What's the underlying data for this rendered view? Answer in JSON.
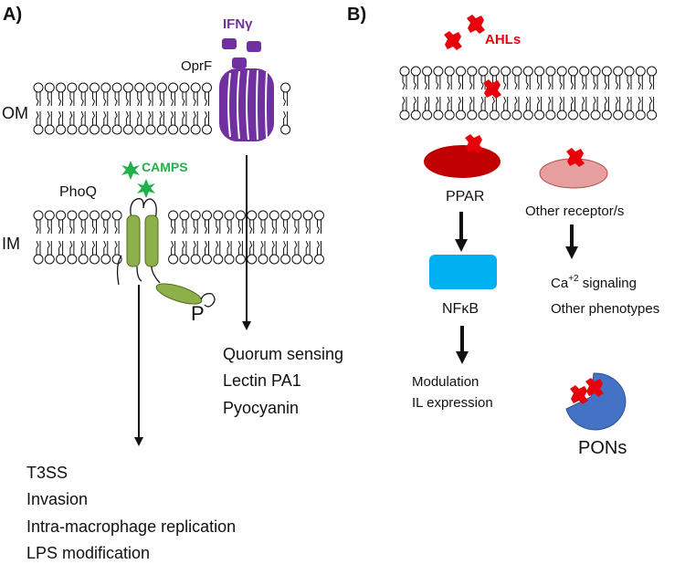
{
  "panels": {
    "a": {
      "label": "A)",
      "outer_membrane": "OM",
      "inner_membrane": "IM",
      "ifn": "IFNγ",
      "oprf": "OprF",
      "camps": "CAMPS",
      "phoq": "PhoQ",
      "phospho": "P",
      "oprf_outcomes": [
        "Quorum sensing",
        "Lectin PA1",
        "Pyocyanin"
      ],
      "phoq_outcomes": [
        "T3SS",
        "Invasion",
        "Intra-macrophage replication",
        "LPS modification"
      ]
    },
    "b": {
      "label": "B)",
      "ahls": "AHLs",
      "ppar": "PPAR",
      "other_receptors": "Other receptor/s",
      "nfkb": "NFκB",
      "ca_prefix": "Ca",
      "ca_sup": "+2",
      "ca_suffix": " signaling",
      "other_phenotypes": "Other phenotypes",
      "modulation": "Modulation",
      "il_expression": "IL expression",
      "pons": "PONs"
    }
  },
  "colors": {
    "protein_purple": "#7030a0",
    "camps_green": "#22b04a",
    "phoq_green": "#8db04a",
    "ahl_red": "#e8000b",
    "ppar_red": "#c00000",
    "other_receptor_pink": "#e6a0a0",
    "nfkb_blue": "#00b0f0",
    "pons_blue": "#4472c4"
  }
}
